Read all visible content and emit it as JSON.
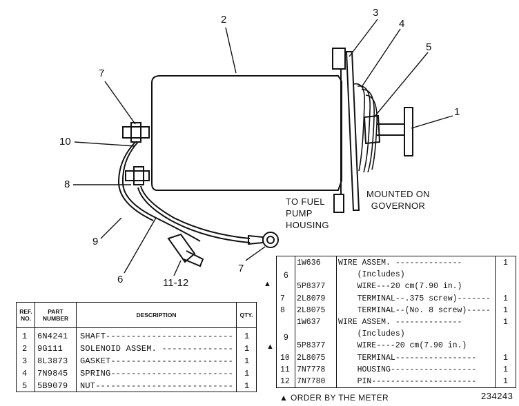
{
  "callouts": {
    "c1": "1",
    "c2": "2",
    "c3": "3",
    "c4": "4",
    "c5": "5",
    "c6": "6",
    "c7a": "7",
    "c7b": "7",
    "c8": "8",
    "c9": "9",
    "c10": "10",
    "c11_12": "11-12"
  },
  "notes": {
    "to_fuel_pump": [
      "TO FUEL",
      "PUMP",
      "HOUSING"
    ],
    "mounted_on": [
      "MOUNTED ON",
      "GOVERNOR"
    ]
  },
  "left_table": {
    "headers": {
      "ref_no": [
        "REF.",
        "NO."
      ],
      "part_number": [
        "PART",
        "NUMBER"
      ],
      "description": "DESCRIPTION",
      "qty": "QTY."
    },
    "rows": [
      {
        "ref": "1",
        "part": "6N4241",
        "desc": "SHAFT-------------------------",
        "qty": "1"
      },
      {
        "ref": "2",
        "part": "9G111",
        "desc": "SOLENOID ASSEM. --------------",
        "qty": "1"
      },
      {
        "ref": "3",
        "part": "8L3873",
        "desc": "GASKET------------------------",
        "qty": "1"
      },
      {
        "ref": "4",
        "part": "7N9845",
        "desc": "SPRING------------------------",
        "qty": "1"
      },
      {
        "ref": "5",
        "part": "5B9079",
        "desc": "NUT---------------------------",
        "qty": "1"
      }
    ]
  },
  "right_table": {
    "rows": [
      {
        "ref": "",
        "part": "1W636",
        "desc": "WIRE ASSEM. --------------",
        "qty": "1"
      },
      {
        "ref": "",
        "part": "",
        "desc": "    (Includes)",
        "qty": ""
      },
      {
        "ref": "",
        "part": "5P8377",
        "desc": "    WIRE---20 cm(7.90 in.)",
        "qty": ""
      },
      {
        "ref": "7",
        "part": "2L8079",
        "desc": "    TERMINAL--.375 screw)-------",
        "qty": "1"
      },
      {
        "ref": "8",
        "part": "2L8075",
        "desc": "    TERMINAL--(No. 8 screw)-----",
        "qty": "1"
      },
      {
        "ref": "",
        "part": "1W637",
        "desc": "WIRE ASSEM. --------------",
        "qty": "1"
      },
      {
        "ref": "",
        "part": "",
        "desc": "    (Includes)",
        "qty": ""
      },
      {
        "ref": "",
        "part": "5P8377",
        "desc": "    WIRE----20 cm(7.90 in.)",
        "qty": ""
      },
      {
        "ref": "10",
        "part": "2L8075",
        "desc": "    TERMINAL-----------------",
        "qty": "1"
      },
      {
        "ref": "11",
        "part": "7N7778",
        "desc": "    HOUSING------------------",
        "qty": "1"
      },
      {
        "ref": "12",
        "part": "7N7780",
        "desc": "    PIN----------------------",
        "qty": "1"
      }
    ],
    "group_refs": [
      "6",
      "9"
    ],
    "meter_symbol": "▲"
  },
  "footer": {
    "order_by_meter": "▲ ORDER BY THE METER",
    "drawing_number": "234243"
  }
}
